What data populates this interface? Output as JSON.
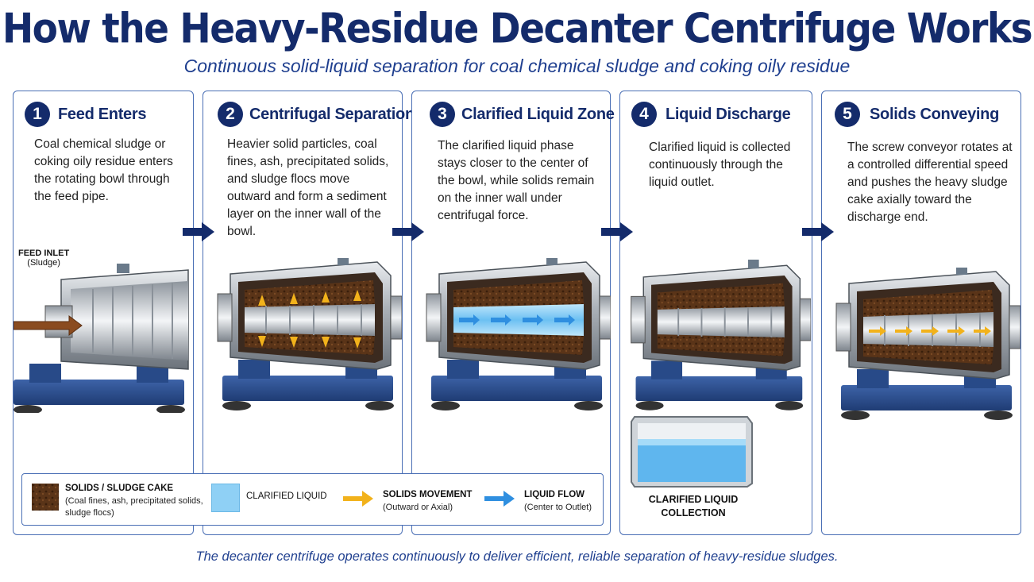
{
  "title": "How the Heavy-Residue Decanter Centrifuge Works",
  "subtitle": "Continuous solid-liquid separation for coal chemical sludge and coking oily residue",
  "footer": "The decanter centrifuge operates continuously to deliver efficient, reliable separation of heavy-residue sludges.",
  "steps": [
    {
      "number": "1",
      "title": "Feed Enters",
      "description": "Coal chemical sludge or coking oily residue enters the rotating bowl through the feed pipe."
    },
    {
      "number": "2",
      "title": "Centrifugal Separation",
      "description": "Heavier solid particles, coal fines, ash, precipitated solids, and sludge flocs move outward and form a sediment layer on the inner wall of the bowl."
    },
    {
      "number": "3",
      "title": "Clarified Liquid Zone",
      "description": "The clarified liquid phase stays closer to the center of the bowl, while solids remain on the inner wall under centrifugal force."
    },
    {
      "number": "4",
      "title": "Liquid Discharge",
      "description": "Clarified liquid is collected continuously through the liquid outlet."
    },
    {
      "number": "5",
      "title": "Solids Conveying",
      "description": "The screw conveyor rotates at a controlled differential speed and pushes the heavy sludge cake axially toward the discharge end."
    }
  ],
  "feed_inlet": {
    "title": "FEED INLET",
    "sub": "(Sludge)"
  },
  "collection_label": {
    "line1": "CLARIFIED LIQUID",
    "line2": "COLLECTION"
  },
  "legend": {
    "solids": {
      "title": "SOLIDS / SLUDGE CAKE",
      "line1": "(Coal fines, ash, precipitated solids,",
      "line2": "sludge flocs)"
    },
    "liquid": {
      "title": "CLARIFIED LIQUID"
    },
    "solids_movement": {
      "title": "SOLIDS MOVEMENT",
      "sub": "(Outward or Axial)"
    },
    "liquid_flow": {
      "title": "LIQUID FLOW",
      "sub": "(Center to Outlet)"
    }
  },
  "colors": {
    "navy": "#142b6b",
    "panel_border": "#4a6fb5",
    "sludge": "#5a3418",
    "liquid": "#8fd0f5",
    "solids_arrow": "#f2b21b",
    "liquid_arrow": "#2f8fe0",
    "base": "#2c4f8f"
  }
}
